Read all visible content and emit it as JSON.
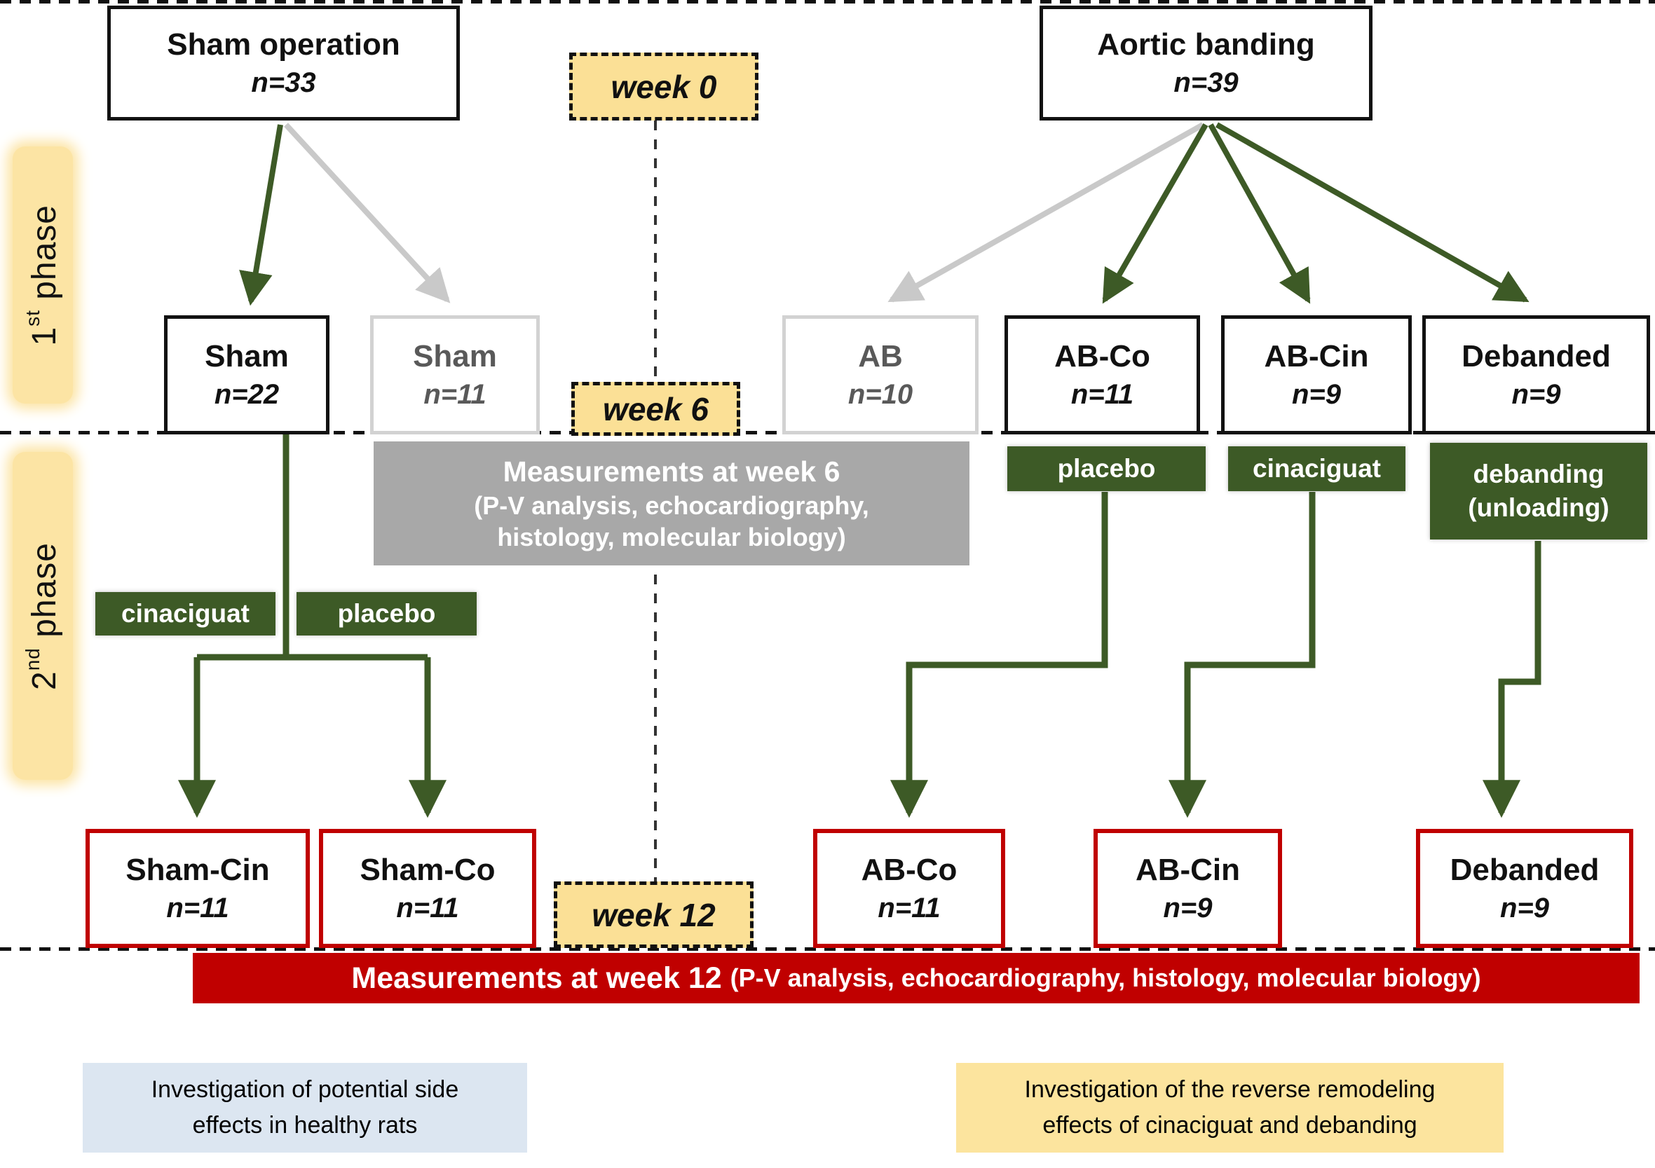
{
  "top": {
    "sham_operation": {
      "title": "Sham operation",
      "n": "n=33"
    },
    "aortic_banding": {
      "title": "Aortic banding",
      "n": "n=39"
    },
    "week0_label": "week 0"
  },
  "phases": {
    "first": {
      "num": "1",
      "sup": "st",
      "word": " phase"
    },
    "second": {
      "num": "2",
      "sup": "nd",
      "word": " phase"
    }
  },
  "row2": [
    {
      "title": "Sham",
      "n": "n=22"
    },
    {
      "title": "Sham",
      "n": "n=11"
    },
    {
      "title": "AB",
      "n": "n=10"
    },
    {
      "title": "AB-Co",
      "n": "n=11"
    },
    {
      "title": "AB-Cin",
      "n": "n=9"
    },
    {
      "title": "Debanded",
      "n": "n=9"
    }
  ],
  "week6_label": "week 6",
  "measurements_week6": {
    "line1": "Measurements at week 6",
    "line2": "(P-V analysis, echocardiography,",
    "line3": "histology, molecular biology)"
  },
  "treatments_left": {
    "cinaciguat": "cinaciguat",
    "placebo": "placebo"
  },
  "treatments_right": {
    "placebo": "placebo",
    "cinaciguat": "cinaciguat",
    "debanding_line1": "debanding",
    "debanding_line2": "(unloading)"
  },
  "row3": [
    {
      "title": "Sham-Cin",
      "n": "n=11"
    },
    {
      "title": "Sham-Co",
      "n": "n=11"
    },
    {
      "title": "AB-Co",
      "n": "n=11"
    },
    {
      "title": "AB-Cin",
      "n": "n=9"
    },
    {
      "title": "Debanded",
      "n": "n=9"
    }
  ],
  "week12_label": "week 12",
  "measurements_week12": {
    "main": "Measurements at week 12",
    "detail": "(P-V analysis, echocardiography, histology, molecular biology)"
  },
  "notes": {
    "left": {
      "line1": "Investigation of potential side",
      "line2": "effects in healthy rats"
    },
    "right": {
      "line1": "Investigation of the reverse remodeling",
      "line2": "effects of cinaciguat and debanding"
    }
  },
  "colors": {
    "green": "#3D5A26",
    "arrow_gray": "#C9C9C9",
    "gray_box": "#A8A8A8",
    "red": "#C00000",
    "yellow": "#FBE096",
    "yellow_soft": "#FCE4A4",
    "blue_note": "#DCE6F1",
    "yellow_note": "#FCE49E",
    "gray_border": "#D2D2D2",
    "gray_text": "#595959"
  }
}
